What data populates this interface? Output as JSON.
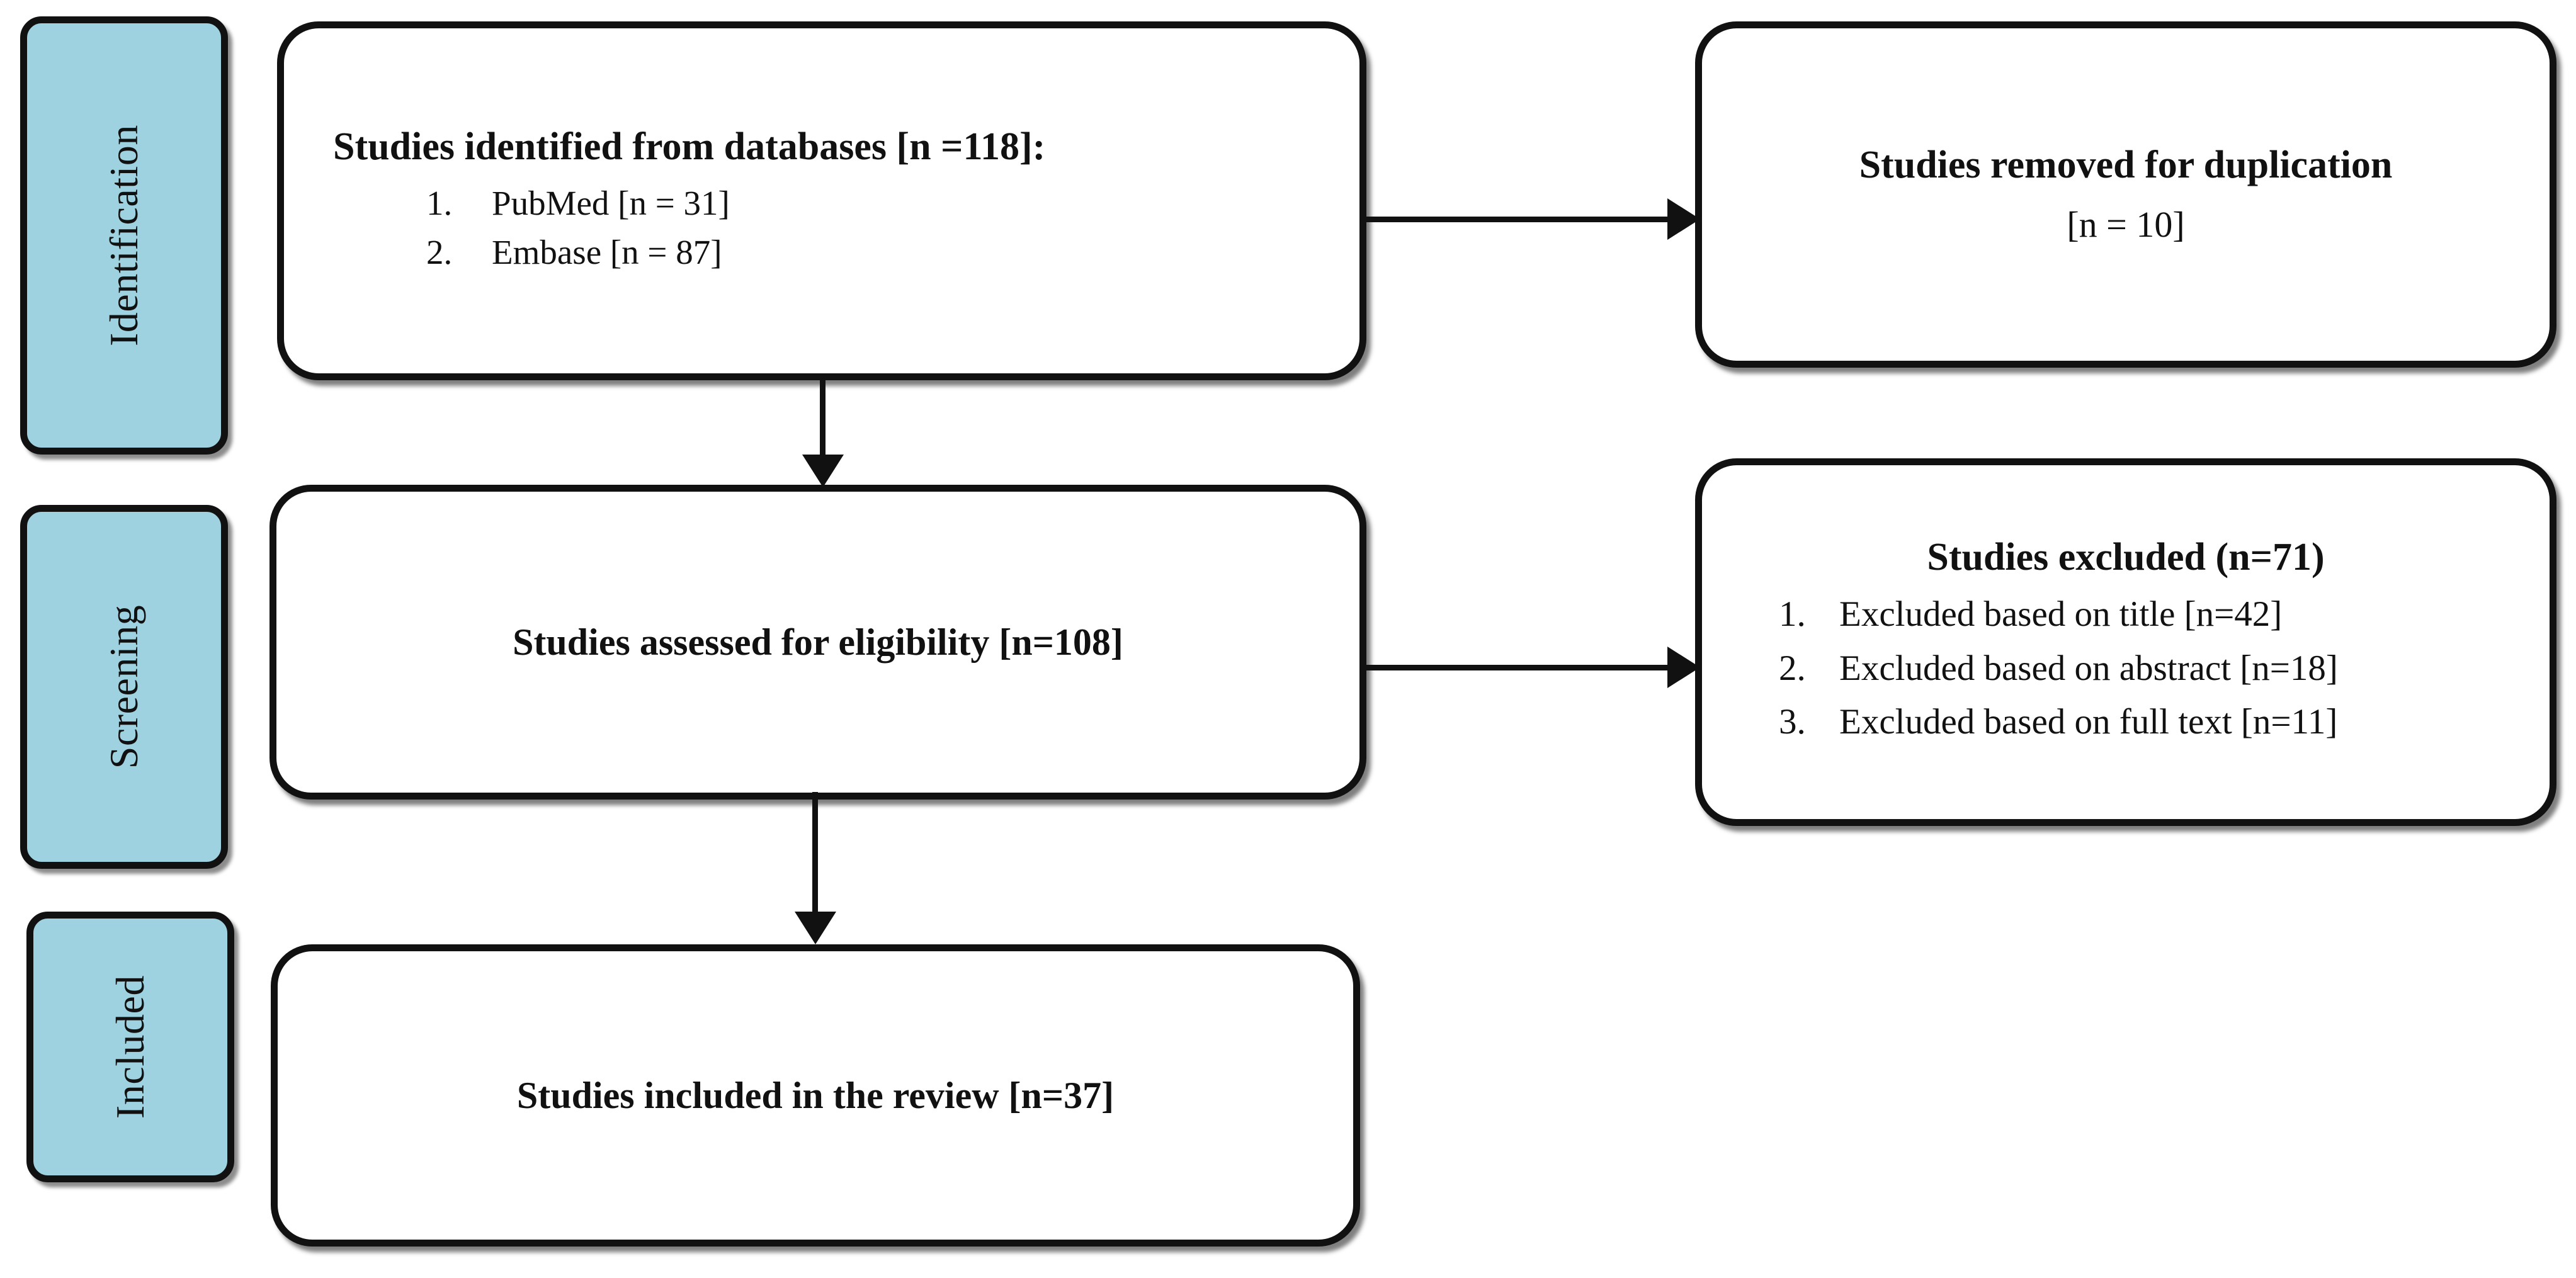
{
  "diagram": {
    "type": "PRISMA flow diagram",
    "accent_color": "#9FD2E0",
    "line_color": "#111111",
    "background_color": "#FFFFFF"
  },
  "stages": [
    {
      "key": "identification",
      "label": "Identification"
    },
    {
      "key": "screening",
      "label": "Screening"
    },
    {
      "key": "included",
      "label": "Included"
    }
  ],
  "boxes": {
    "identified": {
      "title": "Studies identified from databases [n =118]:",
      "items": [
        {
          "num": "1.",
          "text": "PubMed [n = 31]"
        },
        {
          "num": "2.",
          "text": "Embase [n = 87]"
        }
      ]
    },
    "duplicates_removed": {
      "title": "Studies removed for duplication",
      "subtitle": "[n = 10]"
    },
    "assessed": {
      "title": "Studies assessed for eligibility [n=108]"
    },
    "excluded": {
      "title": "Studies excluded  (n=71)",
      "items": [
        {
          "num": "1.",
          "text": "Excluded based on title [n=42]"
        },
        {
          "num": "2.",
          "text": "Excluded based on abstract [n=18]"
        },
        {
          "num": "3.",
          "text": "Excluded based on full text [n=11]"
        }
      ]
    },
    "included_review": {
      "title": "Studies included in the review [n=37]"
    }
  },
  "connectors": [
    {
      "key": "identified-to-duplicates",
      "direction": "right"
    },
    {
      "key": "identified-to-assessed",
      "direction": "down"
    },
    {
      "key": "assessed-to-excluded",
      "direction": "right"
    },
    {
      "key": "assessed-to-included",
      "direction": "down"
    }
  ],
  "chart_data": {
    "type": "flow",
    "title": "PRISMA flow diagram",
    "nodes": [
      {
        "id": "identified",
        "stage": "Identification",
        "label": "Studies identified from databases",
        "n": 118
      },
      {
        "id": "pubmed",
        "stage": "Identification",
        "label": "PubMed",
        "n": 31
      },
      {
        "id": "embase",
        "stage": "Identification",
        "label": "Embase",
        "n": 87
      },
      {
        "id": "duplicates_removed",
        "stage": "Identification",
        "label": "Studies removed for duplication",
        "n": 10
      },
      {
        "id": "assessed",
        "stage": "Screening",
        "label": "Studies assessed for eligibility",
        "n": 108
      },
      {
        "id": "excluded",
        "stage": "Screening",
        "label": "Studies excluded",
        "n": 71
      },
      {
        "id": "excluded_title",
        "stage": "Screening",
        "label": "Excluded based on title",
        "n": 42
      },
      {
        "id": "excluded_abstract",
        "stage": "Screening",
        "label": "Excluded based on abstract",
        "n": 18
      },
      {
        "id": "excluded_fulltext",
        "stage": "Screening",
        "label": "Excluded based on full text",
        "n": 11
      },
      {
        "id": "included_review",
        "stage": "Included",
        "label": "Studies included in the review",
        "n": 37
      }
    ],
    "edges": [
      {
        "from": "identified",
        "to": "duplicates_removed"
      },
      {
        "from": "identified",
        "to": "assessed"
      },
      {
        "from": "assessed",
        "to": "excluded"
      },
      {
        "from": "assessed",
        "to": "included_review"
      }
    ]
  }
}
